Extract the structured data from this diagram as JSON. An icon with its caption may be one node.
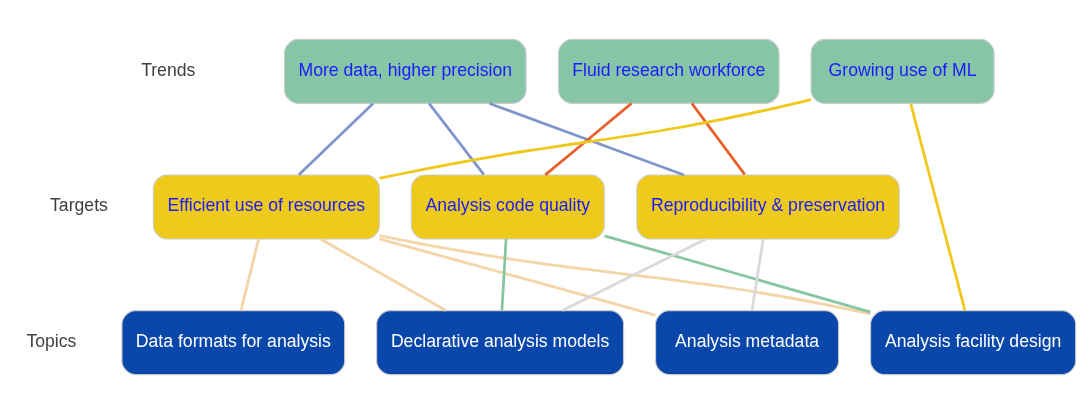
{
  "diagram": {
    "nodes": [
      {
        "text": [
          "More data, higher precision"
        ]
      },
      {
        "text": [
          "Fluid research workforce"
        ]
      },
      {
        "text": [
          "Growing use of ML"
        ]
      },
      {
        "text": [
          "Efficient use of resources"
        ]
      },
      {
        "text": [
          "Analysis code quality"
        ]
      },
      {
        "text": [
          "Reproducibility & preservation"
        ]
      },
      {
        "text": [
          "Data formats for analysis"
        ]
      },
      {
        "text": [
          "Declarative analysis models"
        ]
      },
      {
        "text": [
          "Analysis metadata"
        ]
      },
      {
        "text": [
          "Analysis facility design"
        ]
      }
    ],
    "edges": [
      {
        "from": 0,
        "to": 3,
        "arrow": "none",
        "color": "#7f96cc"
      },
      {
        "from": 0,
        "to": 4,
        "arrow": "none",
        "color": "#7f96cc"
      },
      {
        "from": 0,
        "to": 5,
        "arrow": "none",
        "color": "#7f96cc"
      },
      {
        "from": 1,
        "to": 4,
        "arrow": "none",
        "color": "#e8612c"
      },
      {
        "from": 1,
        "to": 5,
        "arrow": "none",
        "color": "#e8612c"
      },
      {
        "from": 2,
        "to": 3,
        "arrow": "none",
        "color": "#f0c81a"
      },
      {
        "from": 2,
        "to": 9,
        "arrow": "none",
        "color": "#f0c81a"
      },
      {
        "from": 3,
        "to": 6,
        "arrow": "none",
        "color": "#f3d5a8"
      },
      {
        "from": 3,
        "to": 7,
        "arrow": "none",
        "color": "#f3d5a8"
      },
      {
        "from": 3,
        "to": 8,
        "arrow": "none",
        "color": "#f3d5a8"
      },
      {
        "from": 3,
        "to": 9,
        "arrow": "none",
        "color": "#f3d5a8"
      },
      {
        "from": 4,
        "to": 7,
        "arrow": "none",
        "color": "#88c5a3"
      },
      {
        "from": 4,
        "to": 9,
        "arrow": "none",
        "color": "#88c5a3"
      },
      {
        "from": 5,
        "to": 7,
        "arrow": "none",
        "color": "#d9d9d9"
      },
      {
        "from": 5,
        "to": 8,
        "arrow": "none",
        "color": "#d9d9d9"
      }
    ],
    "labels": [
      "Trends",
      "Targets",
      "Topics"
    ]
  }
}
